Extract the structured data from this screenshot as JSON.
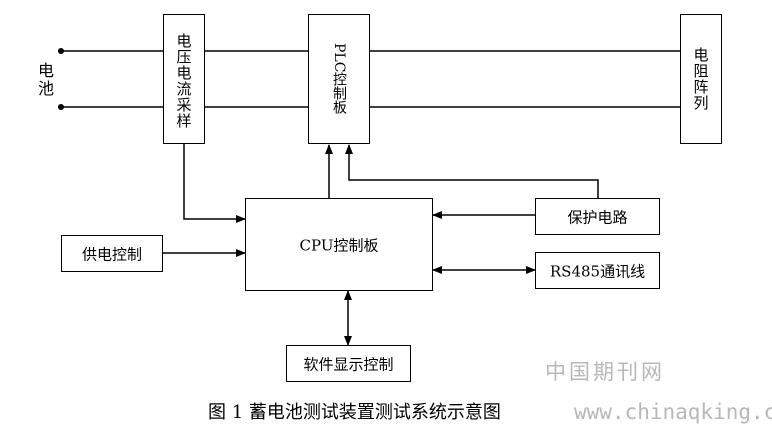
{
  "battery_label": "电池",
  "sampling_block": "电压电流采样",
  "plc_block": "PLC控制板",
  "load_block": "电阻阵列",
  "cpu_block": "CPU控制板",
  "power_ctrl_block": "供电控制",
  "protection_block": "保护电路",
  "rs485_block": "RS485通讯线",
  "software_block": "软件显示控制",
  "caption": "图 1  蓄电池测试装置测试系统示意图",
  "watermark": {
    "chinese": "中国期刊网",
    "url": "www.chinaqking.com"
  }
}
